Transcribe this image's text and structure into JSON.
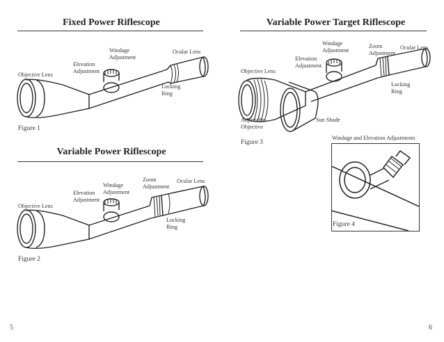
{
  "left_page": {
    "page_number": "5",
    "fixed": {
      "title": "Fixed Power Riflescope",
      "labels": {
        "objective": "Objective Lens",
        "elevation": "Elevation Adjustment",
        "windage": "Windage Adjustment",
        "ocular": "Ocular Lens",
        "locking": "Locking Ring"
      },
      "figure": "Figure 1"
    },
    "variable": {
      "title": "Variable Power Riflescope",
      "labels": {
        "objective": "Objective Lens",
        "elevation": "Elevation Adjustment",
        "windage": "Windage Adjustment",
        "zoom": "Zoom Adjustment",
        "ocular": "Ocular Lens",
        "locking": "Locking Ring"
      },
      "figure": "Figure 2"
    }
  },
  "right_page": {
    "page_number": "6",
    "target": {
      "title": "Variable Power Target Riflescope",
      "labels": {
        "objective": "Objective Lens",
        "elevation": "Elevation Adjustment",
        "windage": "Windage Adjustment",
        "zoom": "Zoom Adjustment",
        "ocular": "Ocular Lens",
        "locking": "Locking Ring",
        "adjustable_objective": "Adjustable Objective",
        "sun_shade": "Sun Shade"
      },
      "figure": "Figure 3"
    },
    "detail": {
      "caption": "Windage and Elevation Adjustments",
      "figure": "Figure 4"
    }
  },
  "icons": [
    "fixed-riflescope-illustration",
    "variable-riflescope-illustration",
    "target-riflescope-illustration",
    "turret-detail-illustration"
  ]
}
